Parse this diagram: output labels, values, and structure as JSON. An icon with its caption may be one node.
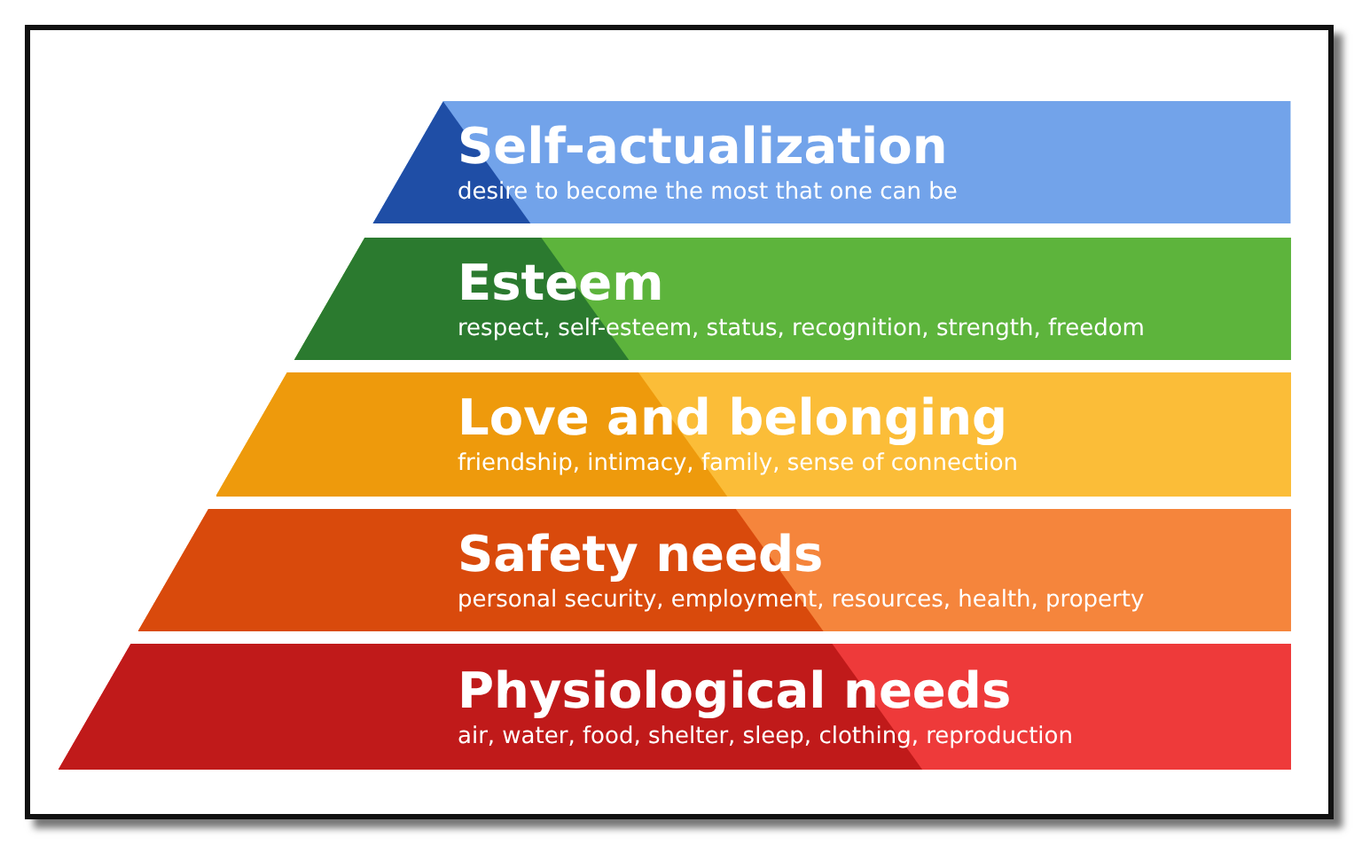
{
  "diagram": {
    "nodes": [
      {
        "text": [
          "Self-actualization",
          "desire to become the most that one can be"
        ]
      },
      {
        "text": [
          "Esteem",
          "respect, self-esteem, status, recognition, strength, freedom"
        ]
      },
      {
        "text": [
          "Love and belonging",
          "friendship, intimacy, family, sense of connection"
        ]
      },
      {
        "text": [
          "Safety needs",
          "personal security, employment, resources, health, property"
        ]
      },
      {
        "text": [
          "Physiological needs",
          "air, water, food, shelter, sleep, clothing, reproduction"
        ]
      }
    ]
  }
}
